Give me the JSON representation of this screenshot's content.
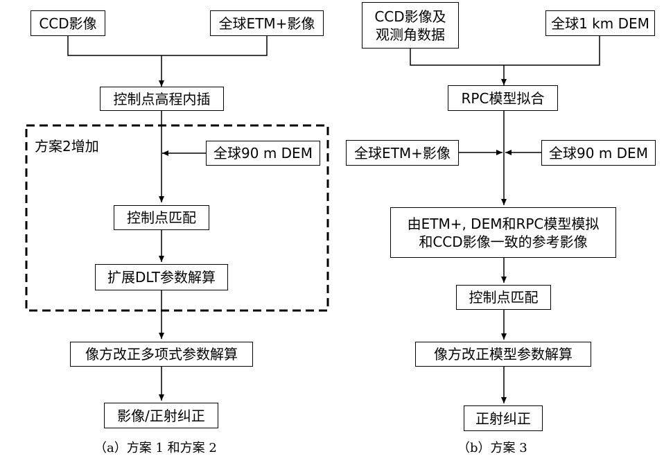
{
  "panel_a": {
    "nodes": {
      "ccd_image": "CCD影像",
      "global_etm_image": "全球ETM+影像",
      "cp_elevation_interp": "控制点高程内插",
      "global_90m_dem": "全球90 m DEM",
      "cp_matching": "控制点匹配",
      "extended_dlt": "扩展DLT参数解算",
      "image_poly": "像方改正多项式参数解算",
      "image_ortho": "影像/正射纠正"
    },
    "group_label": "方案2增加",
    "caption": "（a）方案 1 和方案 2"
  },
  "panel_b": {
    "nodes": {
      "ccd_image_angle_line1": "CCD影像及",
      "ccd_image_angle_line2": "观测角数据",
      "global_1km_dem": "全球1 km DEM",
      "rpc_fit": "RPC模型拟合",
      "global_etm_image": "全球ETM+影像",
      "global_90m_dem": "全球90 m DEM",
      "simulate_line1": "由ETM+, DEM和RPC模型模拟",
      "simulate_line2": "和CCD影像一致的参考影像",
      "cp_matching": "控制点匹配",
      "image_model": "像方改正模型参数解算",
      "ortho": "正射纠正"
    },
    "caption": "（b）方案 3"
  }
}
